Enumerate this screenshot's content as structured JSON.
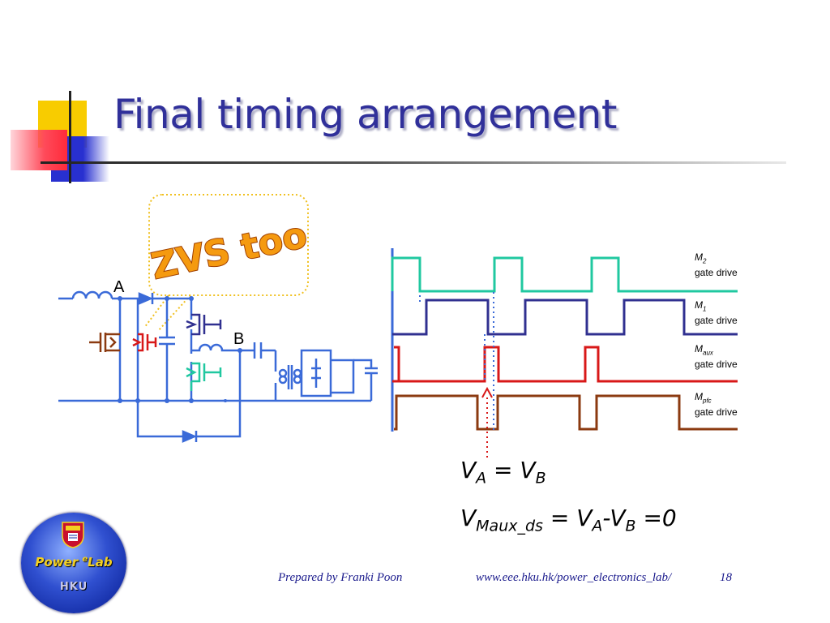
{
  "slide": {
    "title": "Final timing arrangement"
  },
  "callout": {
    "text": "ZVS too"
  },
  "schematic": {
    "node_a_label": "A",
    "node_b_label": "B"
  },
  "waveforms": {
    "labels": [
      {
        "name": "M",
        "sub": "2",
        "suffix": "gate drive",
        "color": "#20c8a0"
      },
      {
        "name": "M",
        "sub": "1",
        "suffix": "gate drive",
        "color": "#303090"
      },
      {
        "name": "M",
        "sub": "aux",
        "suffix": "gate drive",
        "color": "#d81818"
      },
      {
        "name": "M",
        "sub": "pfc",
        "suffix": "gate drive",
        "color": "#8b3a10"
      }
    ]
  },
  "equations": {
    "line1": {
      "a": "V",
      "a_sub": "A",
      "op": " = ",
      "b": "V",
      "b_sub": "B"
    },
    "line2": {
      "a": "V",
      "a_sub": "Maux_ds",
      "op": " = ",
      "b": "V",
      "b_sub": "A",
      "dash": "-",
      "c": "V",
      "c_sub": "B",
      "tail": " =0"
    }
  },
  "logo": {
    "name_prefix": "Power ",
    "name_sup": "e",
    "name_suffix": "Lab",
    "sub": "HKU"
  },
  "footer": {
    "prepared_by": "Prepared by Franki Poon",
    "url": "www.eee.hku.hk/power_electronics_lab/",
    "page": "18"
  }
}
